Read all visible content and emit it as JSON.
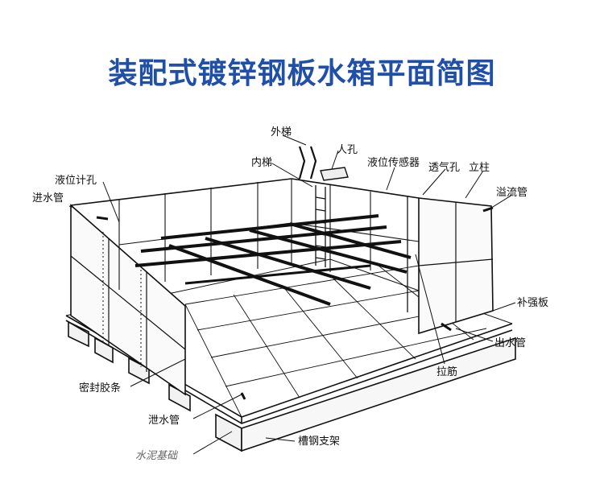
{
  "title": "装配式镀锌钢板水箱平面简图",
  "labels": {
    "outer_ladder": "外梯",
    "manhole": "人孔",
    "inner_ladder": "内梯",
    "level_sensor": "液位传感器",
    "vent": "透气孔",
    "column": "立柱",
    "level_gauge_hole": "液位计孔",
    "inlet_pipe": "进水管",
    "overflow_pipe": "溢流管",
    "reinforcing_plate": "补强板",
    "outlet_pipe": "出水管",
    "tie_bar": "拉筋",
    "sealing_strip": "密封胶条",
    "drain_pipe": "泄水管",
    "concrete_base": "水泥基础",
    "channel_steel_support": "槽钢支架"
  },
  "colors": {
    "title": "#1f4fa8",
    "line": "#111111"
  }
}
